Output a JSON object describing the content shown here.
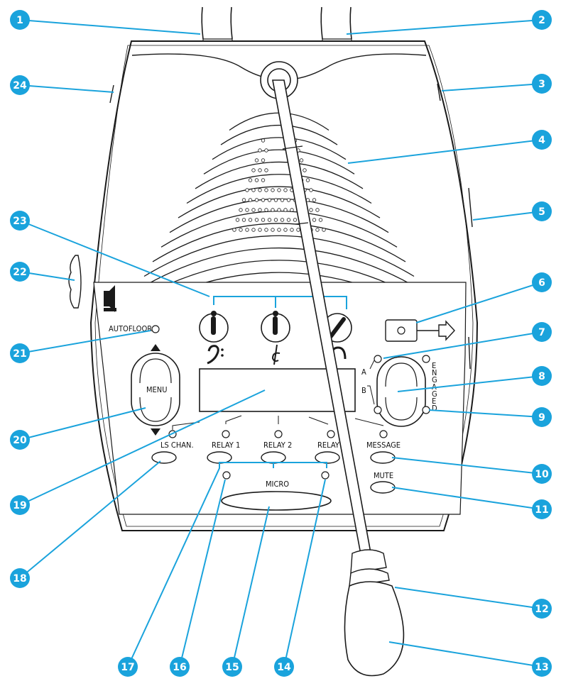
{
  "panel_labels": {
    "autofloor": "AUTOFLOOR",
    "menu": "MENU",
    "ls_chan": "LS CHAN.",
    "relay1": "RELAY 1",
    "relay2": "RELAY 2",
    "relay3": "RELAY 3",
    "message": "MESSAGE",
    "mute": "MUTE",
    "micro": "MICRO",
    "a": "A",
    "b": "B",
    "engaged_letters": [
      "E",
      "N",
      "G",
      "A",
      "G",
      "E",
      "D"
    ]
  },
  "callouts": [
    "1",
    "2",
    "3",
    "4",
    "5",
    "6",
    "7",
    "8",
    "9",
    "10",
    "11",
    "12",
    "13",
    "14",
    "15",
    "16",
    "17",
    "18",
    "19",
    "20",
    "21",
    "22",
    "23",
    "24"
  ],
  "colors": {
    "callout_fill": "#1aa3dc",
    "callout_line": "#1aa3dc",
    "outline": "#1a1a1a",
    "body_fill": "#ffffff"
  },
  "icons": {
    "bass": "bass-clef-icon",
    "treble": "treble-clef-icon",
    "headphone": "headphone-icon",
    "arrow": "right-arrow-icon",
    "speaker": "speaker-icon"
  }
}
